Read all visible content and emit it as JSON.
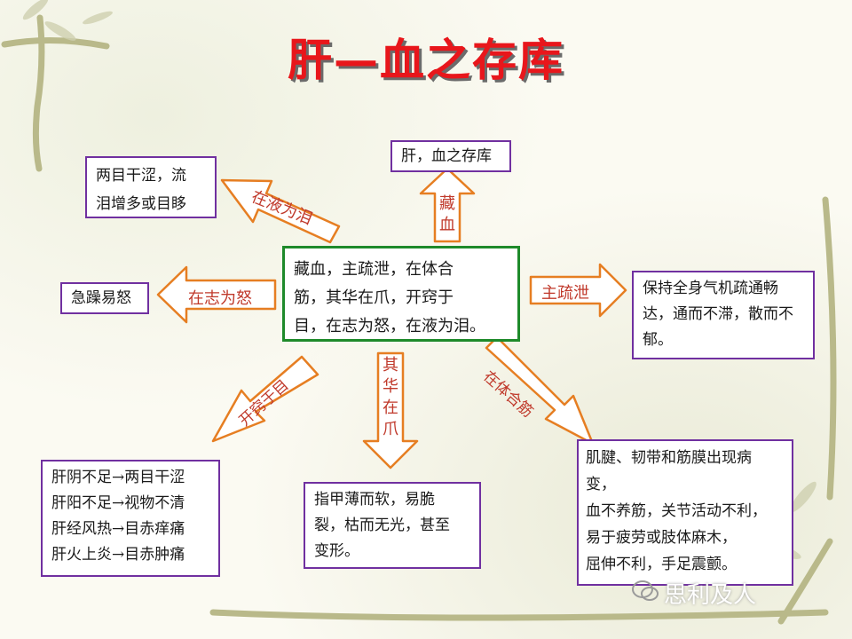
{
  "title": "肝—血之存库",
  "center": {
    "lines": [
      "藏血，主疏泄，在体合",
      "筋，其华在爪，开窍于",
      "目，在志为怒，在液为泪。"
    ]
  },
  "top_box": {
    "text": "肝，血之存库"
  },
  "top_arrow_label": [
    "藏",
    "血"
  ],
  "upper_left_box": {
    "lines": [
      "两目干涩，流",
      "泪增多或目眵"
    ]
  },
  "upper_left_arrow_label": "在液为泪",
  "left_box": {
    "text": "急躁易怒"
  },
  "left_arrow_label": "在志为怒",
  "right_box": {
    "lines": [
      "保持全身气机疏通畅",
      "达，通而不滞，散而不",
      "郁。"
    ]
  },
  "right_arrow_label": "主疏泄",
  "lower_left_box": {
    "lines": [
      "肝阴不足→两目干涩",
      "肝阳不足→视物不清",
      "肝经风热→目赤痒痛",
      "肝火上炎→目赤肿痛"
    ]
  },
  "lower_left_arrow_label": "开窍于目",
  "bottom_box": {
    "lines": [
      "指甲薄而软，易脆",
      "裂，枯而无光，甚至",
      "变形。"
    ]
  },
  "bottom_arrow_label": [
    "其",
    "华",
    "在",
    "爪"
  ],
  "lower_right_box": {
    "lines": [
      "肌腱、韧带和筋膜出现病",
      "变，",
      "血不养筋，关节活动不利，",
      "易于疲劳或肢体麻木，",
      "屈伸不利，手足震颤。"
    ]
  },
  "lower_right_arrow_label": "在体合筋",
  "watermark": "思利及人",
  "colors": {
    "title": "#e8161b",
    "box_border": "#7030a0",
    "center_border": "#1e8a2a",
    "arrow": "#e67e22",
    "label": "#c0392b"
  }
}
